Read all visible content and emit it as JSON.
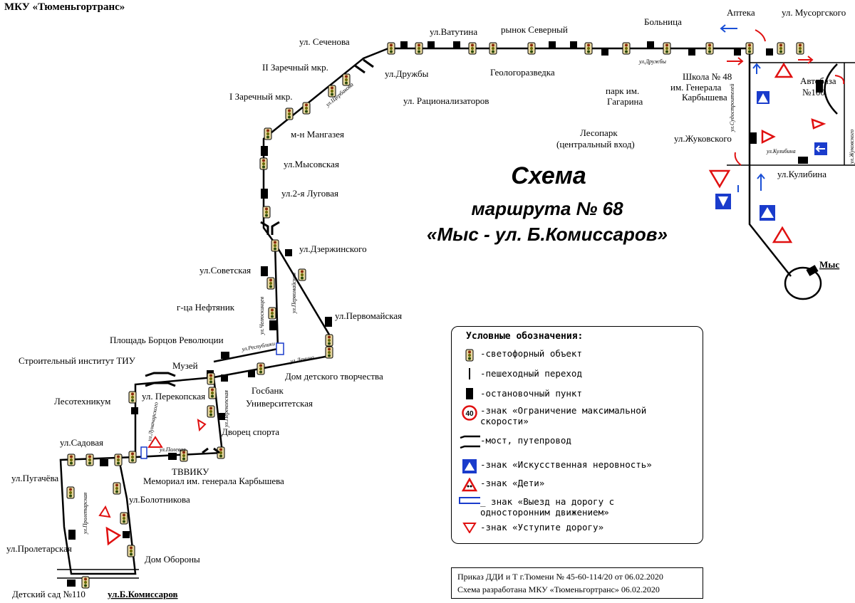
{
  "organization": "МКУ «Тюменьгортранс»",
  "title": {
    "line1": "Схема",
    "line2": "маршрута № 68",
    "line3": "«Мыс - ул. Б.Комиссаров»"
  },
  "stops": {
    "senenova": "ул. Сеченова",
    "vatutina": "ул.Ватутина",
    "rynok": "рынок Северный",
    "druzhby": "ул.Дружбы",
    "ratsionalizatorov": "ул. Рационализаторов",
    "geologorazvedka": "Геологоразведка",
    "bolnitsa": "Больница",
    "apteka": "Аптека",
    "musorgskogo": "ул. Мусоргского",
    "park_gagarina_1": "парк им.",
    "park_gagarina_2": "Гагарина",
    "lesopark_1": "Лесопарк",
    "lesopark_2": "(центральный вход)",
    "shkola_1": "Школа № 48",
    "shkola_2": "им. Генерала",
    "shkola_3": "Карбышева",
    "avtobaza_1": "Автобаза",
    "avtobaza_2": "№100",
    "zhukovskogo": "ул.Жуковского",
    "kulibina": "ул.Кулибина",
    "mys": "Мыс",
    "zarechny2": "II Заречный мкр.",
    "zarechny1": "I Заречный мкр.",
    "mangazeya": "м-н Мангазея",
    "mysovskaya": "ул.Мысовская",
    "lugovaya": "ул.2-я Луговая",
    "dzerzhinskogo": "ул.Дзержинского",
    "sovetskaya": "ул.Советская",
    "neftyanik": "г-ца Нефтяник",
    "pervomayskaya": "ул.Первомайская",
    "borcov": "Площадь Борцов Революции",
    "stroit": "Строительный институт ТИУ",
    "muzey": "Музей",
    "dom_tvorchestva": "Дом детского творчества",
    "perekopskaya": "ул. Перекопская",
    "gosbank": "Госбанк",
    "universitetskaya": "Университетская",
    "lesotekhnikum": "Лесотехникум",
    "dvorets": "Дворец спорта",
    "sadovaya": "ул.Садовая",
    "tvviku": "ТВВИКУ",
    "memorial": "Мемориал им. генерала Карбышева",
    "pugacheva": "ул.Пугачёва",
    "bolotnikova": "ул.Болотникова",
    "proletarskaya": "ул.Пролетарская",
    "dom_oborony": "Дом Обороны",
    "detsad": "Детский сад №110",
    "b_komissarov": "ул.Б.Комиссаров"
  },
  "streets": {
    "shcherbakova": "ул.Щербакова",
    "druzhby_small": "ул.Дружбы",
    "sudostroiteley": "ул.Судостроителей",
    "zhukovskogo_small": "ул.Жуковского",
    "kulibina_small": "ул.Кулибина",
    "chelyuskintsev": "ул.Челюскинцев",
    "pervomayskaya_small": "ул.Первомайская",
    "respubliki": "ул.Республики",
    "lenina": "ул.Ленина",
    "perekopskaya_small": "ул.Перекопская",
    "lunacharskogo": "ул.Луначарского",
    "polevaya": "ул.Полевая",
    "proletarskaya_small": "ул.Пролетарская"
  },
  "legend": {
    "title": "Условные обозначения:",
    "traffic_light": "-светофорный объект",
    "crossing": "-пешеходный переход",
    "stop": "-остановочный пункт",
    "speed_limit": "-знак «Ограничение максимальной\nскорости»",
    "speed_value": "40",
    "bridge": "-мост, путепровод",
    "bump": "-знак «Искусственная неровность»",
    "children": "-знак «Дети»",
    "oneway": "_ знак «Выезд на дорогу с\nодносторонним движением»",
    "yield": "-знак «Уступите дорогу»"
  },
  "order": {
    "line1": "Приказ ДДИ и Т г.Тюмени № 45-60-114/20 от 06.02.2020",
    "line2": "Схема разработана МКУ «Тюменьгортранс» 06.02.2020"
  },
  "colors": {
    "arrow_blue": "#1a4fd6",
    "arrow_red": "#e01010",
    "sign_red": "#e01010",
    "sign_blue": "#1a3ccc"
  }
}
